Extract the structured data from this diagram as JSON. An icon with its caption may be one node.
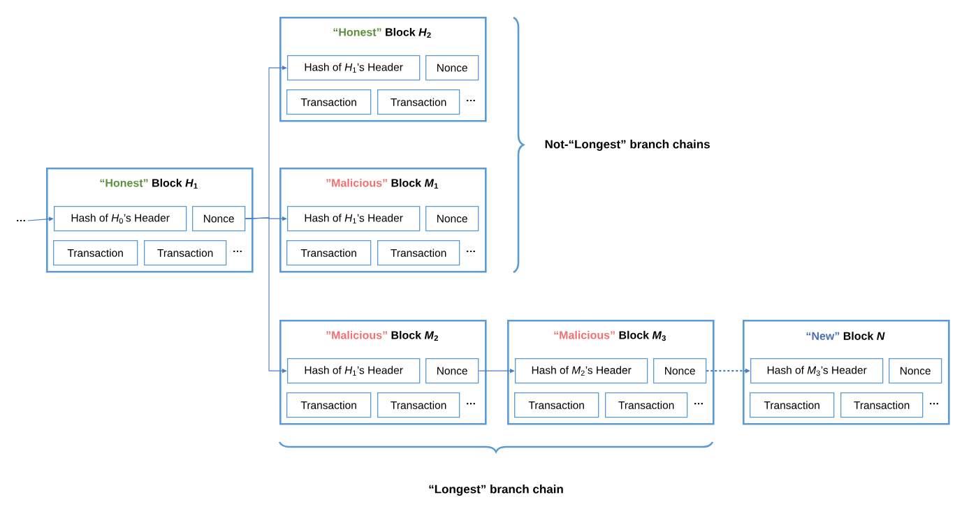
{
  "diagram": {
    "nodes": [
      {
        "text": [
          "…"
        ]
      },
      {
        "text": [
          "“Honest”",
          "Block *H*$_{1}$",
          "…"
        ]
      },
      {
        "text": [
          "Hash of *H*$_{0}$’s Header"
        ],
        "in": 1
      },
      {
        "text": [
          "Nonce"
        ],
        "in": 1
      },
      {
        "text": [
          "Transaction"
        ],
        "in": 1
      },
      {
        "text": [
          "Transaction"
        ],
        "in": 1
      },
      {
        "text": [
          "“Honest”",
          "Block *H*$_{2}$",
          "…"
        ]
      },
      {
        "text": [
          "Hash of *H*$_{1}$’s Header"
        ],
        "in": 6
      },
      {
        "text": [
          "Nonce"
        ],
        "in": 6
      },
      {
        "text": [
          "Transaction"
        ],
        "in": 6
      },
      {
        "text": [
          "Transaction"
        ],
        "in": 6
      },
      {
        "text": [
          "”Malicious”",
          "Block *M*$_{1}$",
          "…"
        ]
      },
      {
        "text": [
          "Hash of *H*$_{1}$’s Header"
        ],
        "in": 11
      },
      {
        "text": [
          "Nonce"
        ],
        "in": 11
      },
      {
        "text": [
          "Transaction"
        ],
        "in": 11
      },
      {
        "text": [
          "Transaction"
        ],
        "in": 11
      },
      {
        "text": [
          "”Malicious”",
          "Block *M*$_{2}$",
          "…"
        ]
      },
      {
        "text": [
          "Hash of *H*$_{1}$’s Header"
        ],
        "in": 16
      },
      {
        "text": [
          "Nonce"
        ],
        "in": 16
      },
      {
        "text": [
          "Transaction"
        ],
        "in": 16
      },
      {
        "text": [
          "Transaction"
        ],
        "in": 16
      },
      {
        "text": [
          "“Malicious”",
          "Block *M*$_{3}$",
          "…"
        ]
      },
      {
        "text": [
          "Hash of *M*$_{2}$’s Header"
        ],
        "in": 21
      },
      {
        "text": [
          "Nonce"
        ],
        "in": 21
      },
      {
        "text": [
          "Transaction"
        ],
        "in": 21
      },
      {
        "text": [
          "Transaction"
        ],
        "in": 21
      },
      {
        "text": [
          "“New”",
          "Block *N*",
          "…"
        ]
      },
      {
        "text": [
          "Hash of *M*$_{3}$’s Header"
        ],
        "in": 26
      },
      {
        "text": [
          "Nonce"
        ],
        "in": 26
      },
      {
        "text": [
          "Transaction"
        ],
        "in": 26
      },
      {
        "text": [
          "Transaction"
        ],
        "in": 26
      }
    ],
    "edges": [
      {
        "from": 0,
        "to": 2,
        "arrow": "to"
      },
      {
        "from": 3,
        "to": 7,
        "arrow": "to"
      },
      {
        "from": 3,
        "to": 12,
        "arrow": "to"
      },
      {
        "from": 3,
        "to": 17,
        "arrow": "to"
      },
      {
        "from": 18,
        "to": 22,
        "arrow": "to"
      },
      {
        "from": 23,
        "to": 27,
        "arrow": "to",
        "style": "dashed"
      }
    ],
    "labels": [
      "Not-“Longest” branch chains",
      "“Longest” branch chain"
    ]
  }
}
